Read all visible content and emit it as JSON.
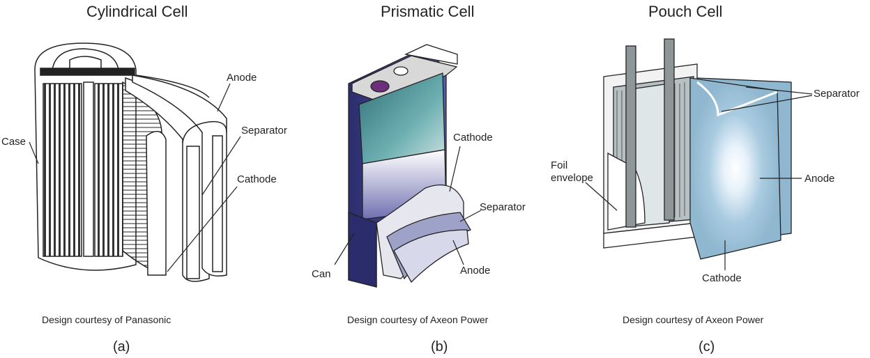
{
  "panels": [
    {
      "title": "Cylindrical Cell",
      "credit": "Design courtesy of Panasonic",
      "sub": "(a)",
      "labels": {
        "case": "Case",
        "anode": "Anode",
        "separator": "Separator",
        "cathode": "Cathode"
      }
    },
    {
      "title": "Prismatic Cell",
      "credit": "Design courtesy of Axeon Power",
      "sub": "(b)",
      "labels": {
        "can": "Can",
        "cathode": "Cathode",
        "separator": "Separator",
        "anode": "Anode"
      }
    },
    {
      "title": "Pouch Cell",
      "credit": "Design courtesy of Axeon Power",
      "sub": "(c)",
      "labels": {
        "foil_line1": "Foil",
        "foil_line2": "envelope",
        "separator": "Separator",
        "anode": "Anode",
        "cathode": "Cathode"
      }
    }
  ],
  "colors": {
    "prism_teal": "#3f8a90",
    "prism_can": "#3d3f86",
    "pouch_blue": "#a9cbe0",
    "pouch_gray": "#b7c1c4"
  }
}
